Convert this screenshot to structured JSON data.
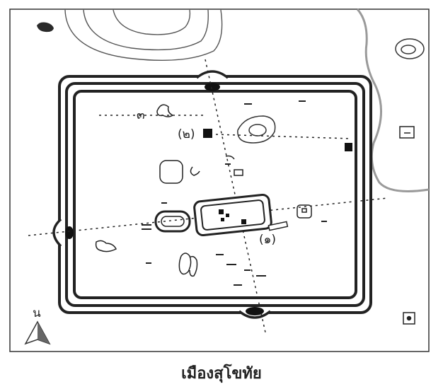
{
  "title": "เมืองสุโขทัย",
  "north_label": "น",
  "markers": {
    "m1": "(๑)",
    "m2": "(๒)",
    "m3": "๓"
  }
}
